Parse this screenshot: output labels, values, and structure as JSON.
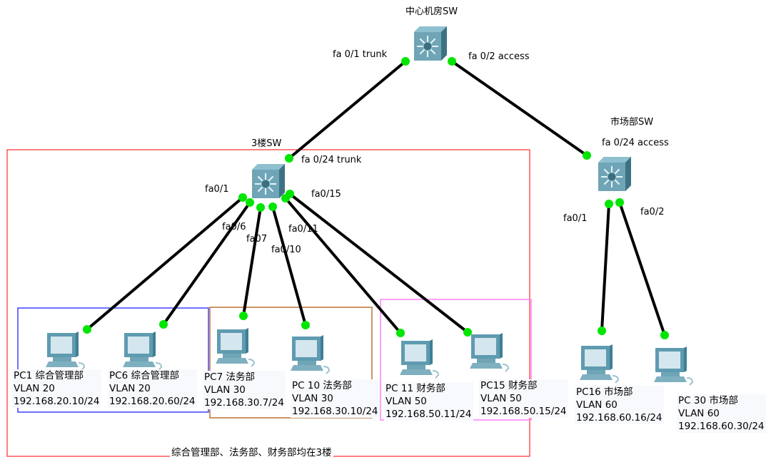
{
  "switches": {
    "core": {
      "name": "中心机房SW",
      "port_a": "fa 0/1 trunk",
      "port_b": "fa 0/2 access"
    },
    "floor3": {
      "name": "3楼SW",
      "uplink": "fa 0/24 trunk",
      "ports": [
        "fa0/1",
        "fa0/6",
        "fa07",
        "fa0/10",
        "fa0/11",
        "fa0/15"
      ]
    },
    "market": {
      "name": "市场部SW",
      "uplink": "fa 0/24 access",
      "ports": [
        "fa0/1",
        "fa0/2"
      ]
    }
  },
  "pcs": [
    {
      "name": "PC1 综合管理部",
      "vlan": "VLAN 20",
      "ip": "192.168.20.10/24"
    },
    {
      "name": "PC6 综合管理部",
      "vlan": "VLAN 20",
      "ip": "192.168.20.60/24"
    },
    {
      "name": "PC7 法务部",
      "vlan": "VLAN 30",
      "ip": "192.168.30.7/24"
    },
    {
      "name": "PC 10 法务部",
      "vlan": "VLAN 30",
      "ip": "192.168.30.10/24"
    },
    {
      "name": "PC 11 财务部",
      "vlan": "VLAN 50",
      "ip": "192.168.50.11/24"
    },
    {
      "name": "PC15 财务部",
      "vlan": "VLAN 50",
      "ip": "192.168.50.15/24"
    },
    {
      "name": "PC16 市场部",
      "vlan": "VLAN 60",
      "ip": "192.168.60.16/24"
    },
    {
      "name": "PC 30 市场部",
      "vlan": "VLAN 60",
      "ip": "192.168.60.30/24"
    }
  ],
  "note": "综合管理部、法务部、财务部均在3楼",
  "colors": {
    "link": "#000000",
    "port_up": "#00e600",
    "floor_box": "#ff0000",
    "vlan20_box": "#4040ff",
    "vlan30_box": "#b87333",
    "vlan50_box": "#ff80ff",
    "device": "#6a9fb0"
  }
}
